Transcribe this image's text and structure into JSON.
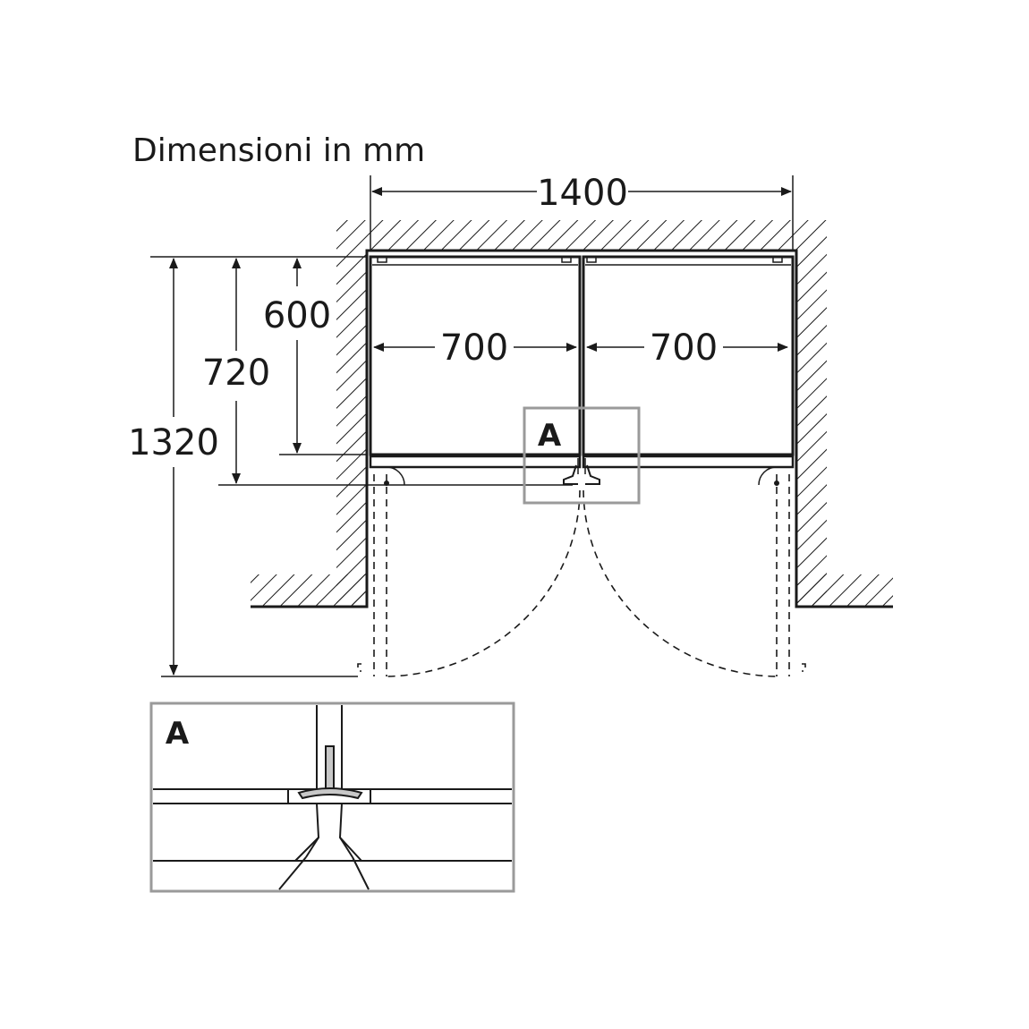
{
  "title": "Dimensioni in mm",
  "dimensions": {
    "overall_width": "1400",
    "left_compartment_width": "700",
    "right_compartment_width": "700",
    "depth_body": "600",
    "depth_with_doors": "720",
    "depth_doors_open": "1320"
  },
  "detail": {
    "callout_label": "A",
    "inset_label": "A"
  },
  "colors": {
    "line": "#1a1a1a",
    "detail_frame": "#9a9a9a",
    "handle_fill": "#c8c8c8"
  }
}
